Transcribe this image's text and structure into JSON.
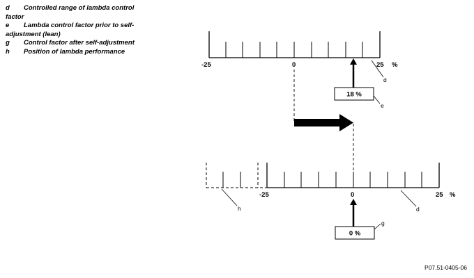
{
  "legend": [
    {
      "key": "d",
      "text": "Controlled range of lambda control factor"
    },
    {
      "key": "e",
      "text": "Lambda control factor prior to self-adjustment (lean)"
    },
    {
      "key": "g",
      "text": "Control factor after self-adjustment"
    },
    {
      "key": "h",
      "text": "Position of lambda performance"
    }
  ],
  "scales": {
    "tick_min": "-25",
    "tick_zero": "0",
    "tick_max": "25",
    "unit": "%"
  },
  "before": {
    "value": "18 %",
    "callout_e": "e",
    "callout_d": "d"
  },
  "after": {
    "value": "0 %",
    "callout_g": "g",
    "callout_d": "d",
    "callout_h": "h"
  },
  "doc_ref": "P07.51-0405-06"
}
